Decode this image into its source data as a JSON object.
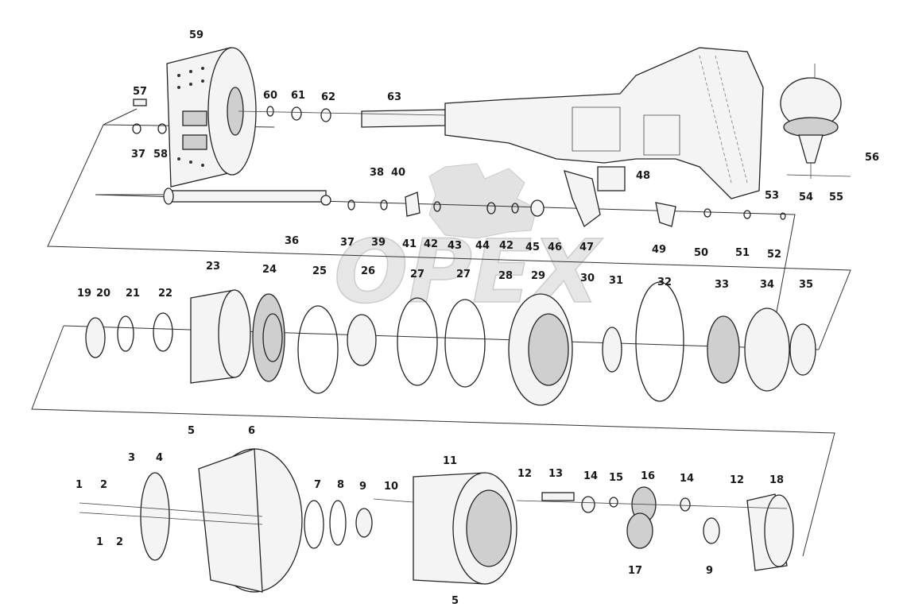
{
  "watermark": "OPEX",
  "labels": {
    "p1": "1",
    "p2": "2",
    "p1b": "1",
    "p2b": "2",
    "p3": "3",
    "p4": "4",
    "p5": "5",
    "p5b": "5",
    "p6": "6",
    "p7": "7",
    "p8": "8",
    "p9": "9",
    "p9b": "9",
    "p10": "10",
    "p11": "11",
    "p12": "12",
    "p12b": "12",
    "p13": "13",
    "p14": "14",
    "p14b": "14",
    "p15": "15",
    "p16": "16",
    "p17": "17",
    "p18": "18",
    "p19": "19",
    "p20": "20",
    "p21": "21",
    "p22": "22",
    "p23": "23",
    "p24": "24",
    "p25": "25",
    "p26": "26",
    "p27": "27",
    "p27b": "27",
    "p28": "28",
    "p29": "29",
    "p30": "30",
    "p31": "31",
    "p32": "32",
    "p33": "33",
    "p34": "34",
    "p35": "35",
    "p36": "36",
    "p37": "37",
    "p37b": "37",
    "p38": "38",
    "p39": "39",
    "p40": "40",
    "p41": "41",
    "p42": "42",
    "p42b": "42",
    "p43": "43",
    "p44": "44",
    "p45": "45",
    "p46": "46",
    "p47": "47",
    "p48": "48",
    "p49": "49",
    "p50": "50",
    "p51": "51",
    "p52": "52",
    "p53": "53",
    "p54": "54",
    "p55": "55",
    "p56": "56",
    "p57": "57",
    "p58": "58",
    "p59": "59",
    "p60": "60",
    "p61": "61",
    "p62": "62",
    "p63": "63"
  }
}
